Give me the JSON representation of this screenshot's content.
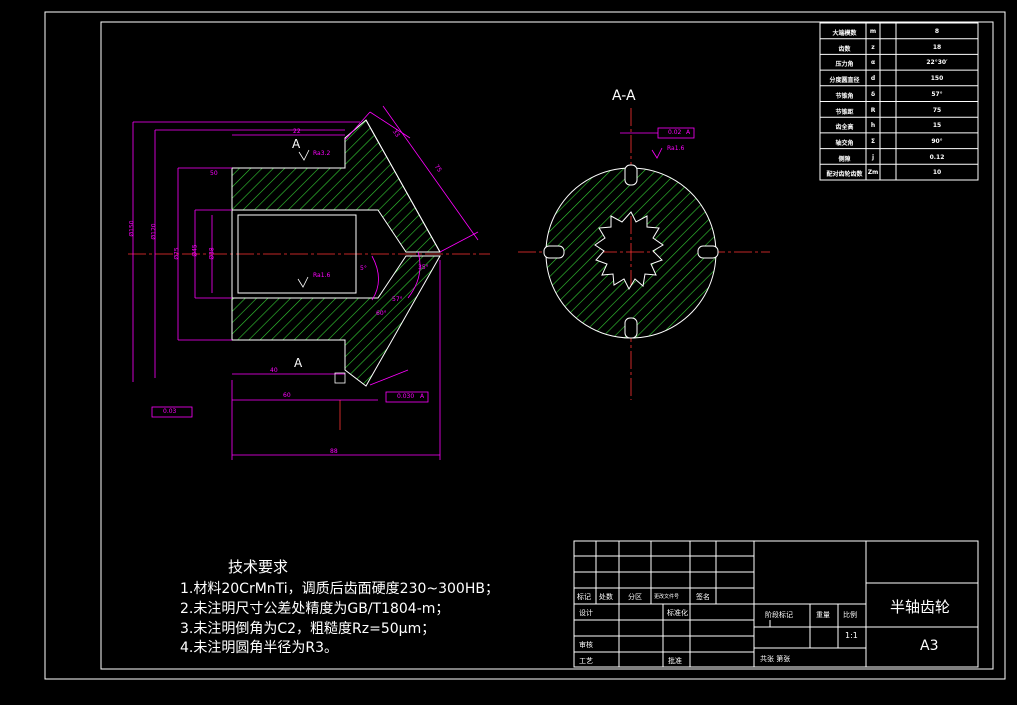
{
  "section_view": {
    "label": "A-A"
  },
  "section_marks": {
    "top": "A",
    "bottom": "A"
  },
  "tech_requirements": {
    "title": "技术要求",
    "items": [
      "1.材料20CrMnTi，调质后齿面硬度230~300HB；",
      "2.未注明尺寸公差处精度为GB/T1804-m；",
      "3.未注明倒角为C2，粗糙度Rz=50μm；",
      "4.未注明圆角半径为R3。"
    ]
  },
  "param_table": [
    {
      "name": "大端模数",
      "sym": "m",
      "val": "8"
    },
    {
      "name": "齿数",
      "sym": "z",
      "val": "18"
    },
    {
      "name": "压力角",
      "sym": "α",
      "val": "22°30′"
    },
    {
      "name": "分度圆直径",
      "sym": "d",
      "val": "150"
    },
    {
      "name": "节锥角",
      "sym": "δ",
      "val": "57°"
    },
    {
      "name": "节锥距",
      "sym": "R",
      "val": "75"
    },
    {
      "name": "齿全高",
      "sym": "h",
      "val": "15"
    },
    {
      "name": "轴交角",
      "sym": "Σ",
      "val": "90°"
    },
    {
      "name": "侧隙",
      "sym": "j",
      "val": "0.12"
    },
    {
      "name": "配对齿轮齿数",
      "sym": "Zm",
      "val": "10"
    }
  ],
  "title_block": {
    "part_name": "半轴齿轮",
    "sheet_size": "A3",
    "scale": "1:1",
    "labels": {
      "mark": "标记",
      "count": "处数",
      "zone": "分区",
      "doc_no": "更改文件号",
      "sign": "签名",
      "design": "设计",
      "standardize": "标准化",
      "review": "审核",
      "process": "工艺",
      "approve": "批准",
      "stage_mark": "阶段标记",
      "weight": "重量",
      "ratio": "比例",
      "sheets": "共张  第张"
    }
  },
  "dimensions": {
    "d1": "Ø150",
    "d2": "Ø120",
    "d3": "Ø75",
    "d4": "Ø45",
    "d5": "Ø38",
    "top_len": "22",
    "top_len2": "50",
    "bevel_len": "75",
    "face_w": "33",
    "len_40": "40",
    "len_60": "60",
    "len_88": "88",
    "rough_top": "Ra3.2",
    "rough_mid": "Ra1.6",
    "rough_sec": "Ra1.6",
    "tol_left": "0.03",
    "tol_right": "0.030",
    "tol_sec": "0.02",
    "datum": "A",
    "ang1": "35°",
    "ang2": "57°",
    "ang3": "60°",
    "ang4": "5°"
  },
  "colors": {
    "frame": "#ffffff",
    "dimension": "#ff00ff",
    "hatch": "#33cc33",
    "centerline": "#ff3333"
  }
}
